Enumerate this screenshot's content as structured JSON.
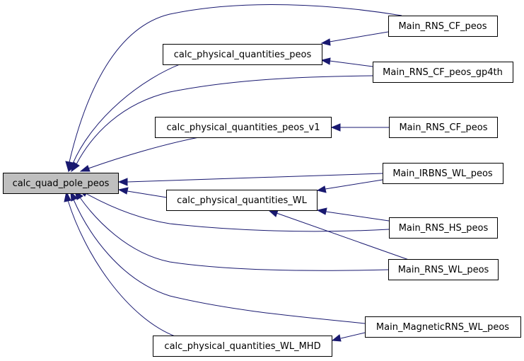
{
  "graph": {
    "nodes": {
      "calc_quad_pole_peos": "calc_quad_pole_peos",
      "calc_physical_quantities_peos": "calc_physical_quantities_peos",
      "calc_physical_quantities_peos_v1": "calc_physical_quantities_peos_v1",
      "calc_physical_quantities_WL": "calc_physical_quantities_WL",
      "calc_physical_quantities_WL_MHD": "calc_physical_quantities_WL_MHD",
      "main_rns_cf_peos_1": "Main_RNS_CF_peos",
      "main_rns_cf_peos_gp4th": "Main_RNS_CF_peos_gp4th",
      "main_rns_cf_peos_2": "Main_RNS_CF_peos",
      "main_irbns_wl_peos": "Main_IRBNS_WL_peos",
      "main_rns_hs_peos": "Main_RNS_HS_peos",
      "main_rns_wl_peos": "Main_RNS_WL_peos",
      "main_magneticrns_wl_peos": "Main_MagneticRNS_WL_peos"
    },
    "colors": {
      "edge": "#191970",
      "focus_fill": "#bfbfbf",
      "node_fill": "#ffffff",
      "node_stroke": "#000000"
    }
  }
}
